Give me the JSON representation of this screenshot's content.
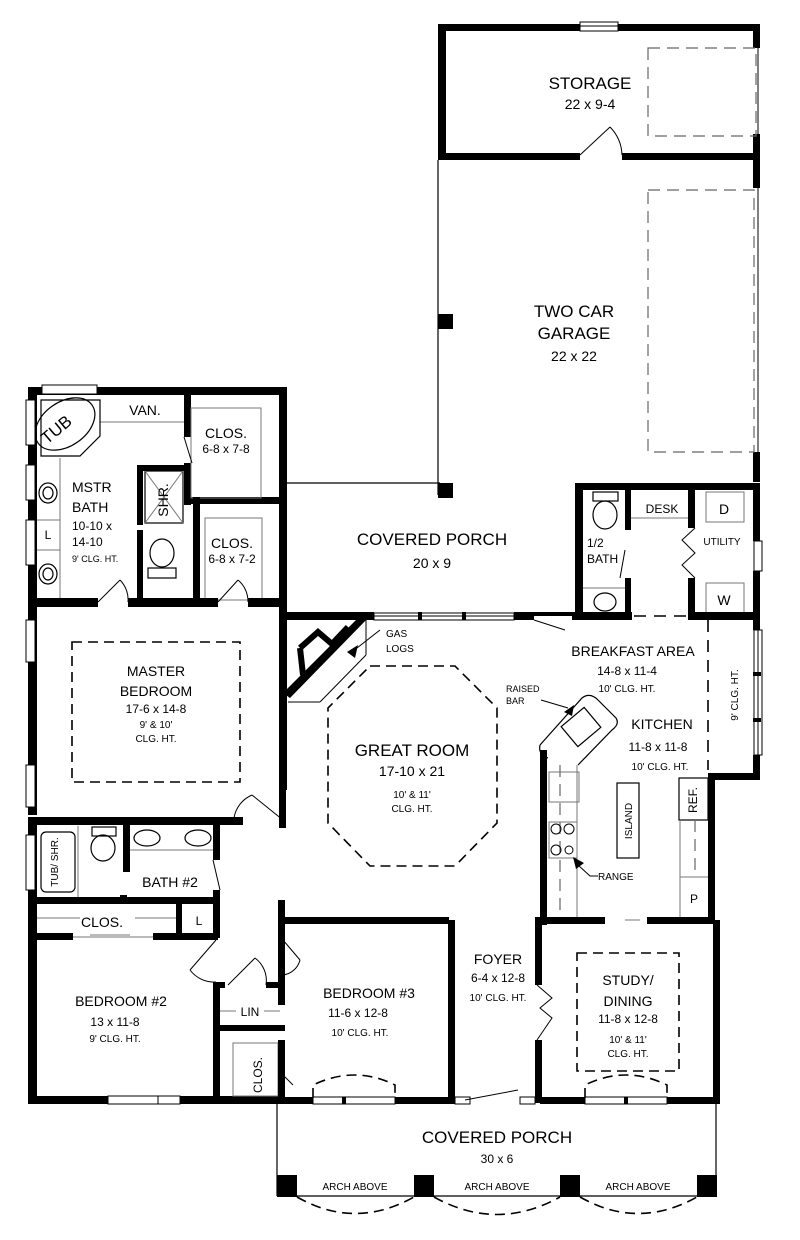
{
  "floor_plan": {
    "rooms": {
      "storage": {
        "name": "STORAGE",
        "size": "22 x 9-4"
      },
      "garage": {
        "name_line1": "TWO CAR",
        "name_line2": "GARAGE",
        "size": "22 x 22"
      },
      "covered_porch_rear": {
        "name": "COVERED PORCH",
        "size": "20 x 9"
      },
      "master_bath": {
        "name_line1": "MSTR",
        "name_line2": "BATH",
        "size_line1": "10-10 x",
        "size_line2": "14-10",
        "ceiling": "9' CLG. HT."
      },
      "master_closet_1": {
        "name": "CLOS.",
        "size": "6-8 x 7-8"
      },
      "master_closet_2": {
        "name": "CLOS.",
        "size": "6-8 x 7-2"
      },
      "half_bath": {
        "name_line1": "1/2",
        "name_line2": "BATH"
      },
      "utility": {
        "name": "UTILITY"
      },
      "master_bedroom": {
        "name_line1": "MASTER",
        "name_line2": "BEDROOM",
        "size": "17-6 x 14-8",
        "ceiling_line1": "9' & 10'",
        "ceiling_line2": "CLG. HT."
      },
      "great_room": {
        "name": "GREAT ROOM",
        "size": "17-10 x 21",
        "ceiling_line1": "10' & 11'",
        "ceiling_line2": "CLG. HT."
      },
      "breakfast_area": {
        "name": "BREAKFAST AREA",
        "size": "14-8 x 11-4",
        "ceiling": "10' CLG. HT."
      },
      "kitchen": {
        "name": "KITCHEN",
        "size": "11-8 x 11-8",
        "ceiling": "10' CLG. HT."
      },
      "bath_2": {
        "name": "BATH #2"
      },
      "bedroom_2_closet": {
        "name": "CLOS."
      },
      "bedroom_2": {
        "name": "BEDROOM #2",
        "size": "13 x 11-8",
        "ceiling": "9' CLG. HT."
      },
      "bedroom_3": {
        "name": "BEDROOM #3",
        "size": "11-6 x 12-8",
        "ceiling": "10' CLG. HT."
      },
      "foyer": {
        "name": "FOYER",
        "size": "6-4 x 12-8",
        "ceiling": "10' CLG. HT."
      },
      "study_dining": {
        "name_line1": "STUDY/",
        "name_line2": "DINING",
        "size": "11-8 x 12-8",
        "ceiling_line1": "10' & 11'",
        "ceiling_line2": "CLG. HT."
      },
      "covered_porch_front": {
        "name": "COVERED PORCH",
        "size": "30 x 6"
      }
    },
    "fixtures": {
      "tub": "TUB",
      "vanity": "VAN.",
      "shower": "SHR.",
      "linen_master": "L",
      "desk": "DESK",
      "dryer": "D",
      "washer": "W",
      "gas_logs_line1": "GAS",
      "gas_logs_line2": "LOGS",
      "raised_bar_line1": "RAISED",
      "raised_bar_line2": "BAR",
      "island": "ISLAND",
      "range": "RANGE",
      "refrigerator": "REF.",
      "pantry": "P",
      "breakfast_ceiling_side": "9' CLG. HT.",
      "tub_shower": "TUB/ SHR.",
      "linen_bath2": "L",
      "linen_hall": "LIN",
      "hall_closet": "CLOS."
    },
    "annotations": {
      "arch_1": "ARCH ABOVE",
      "arch_2": "ARCH ABOVE",
      "arch_3": "ARCH ABOVE"
    }
  }
}
